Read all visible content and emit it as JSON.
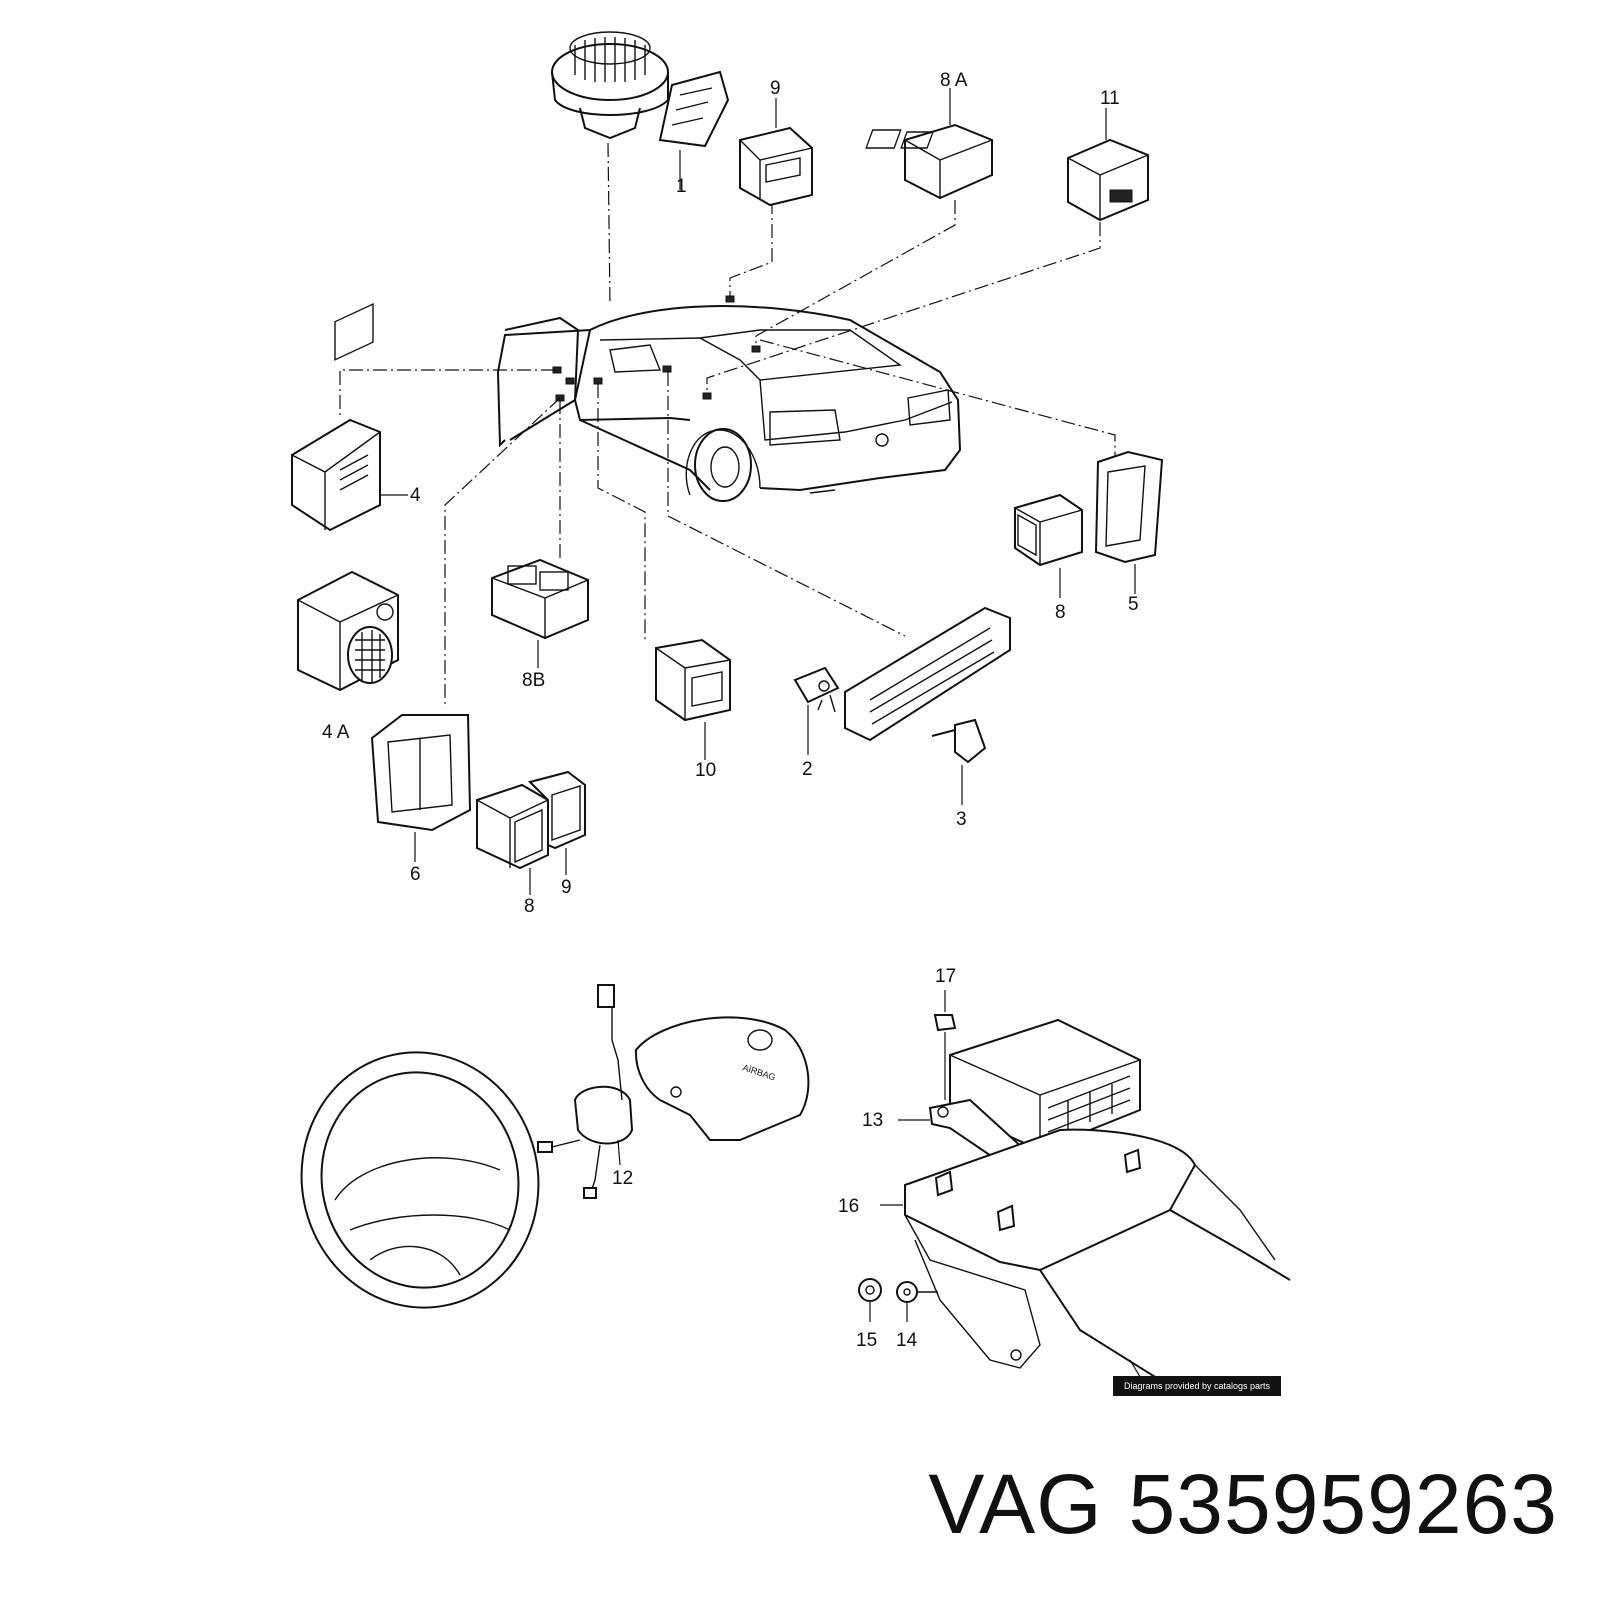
{
  "diagram": {
    "callouts": {
      "c1": "1",
      "c9_top": "9",
      "c8a": "8 A",
      "c11": "11",
      "c4": "4",
      "c4a": "4 A",
      "c8b": "8B",
      "c10": "10",
      "c2": "2",
      "c3": "3",
      "c8_right": "8",
      "c5": "5",
      "c6": "6",
      "c8_bottom": "8",
      "c9_bottom": "9",
      "c12": "12",
      "c17": "17",
      "c13": "13",
      "c16": "16",
      "c15": "15",
      "c14": "14"
    },
    "airbag_text": "AIRBAG",
    "credit": "Diagrams provided by catalogs parts"
  },
  "footer": {
    "brand": "VAG",
    "part_number": "535959263"
  }
}
